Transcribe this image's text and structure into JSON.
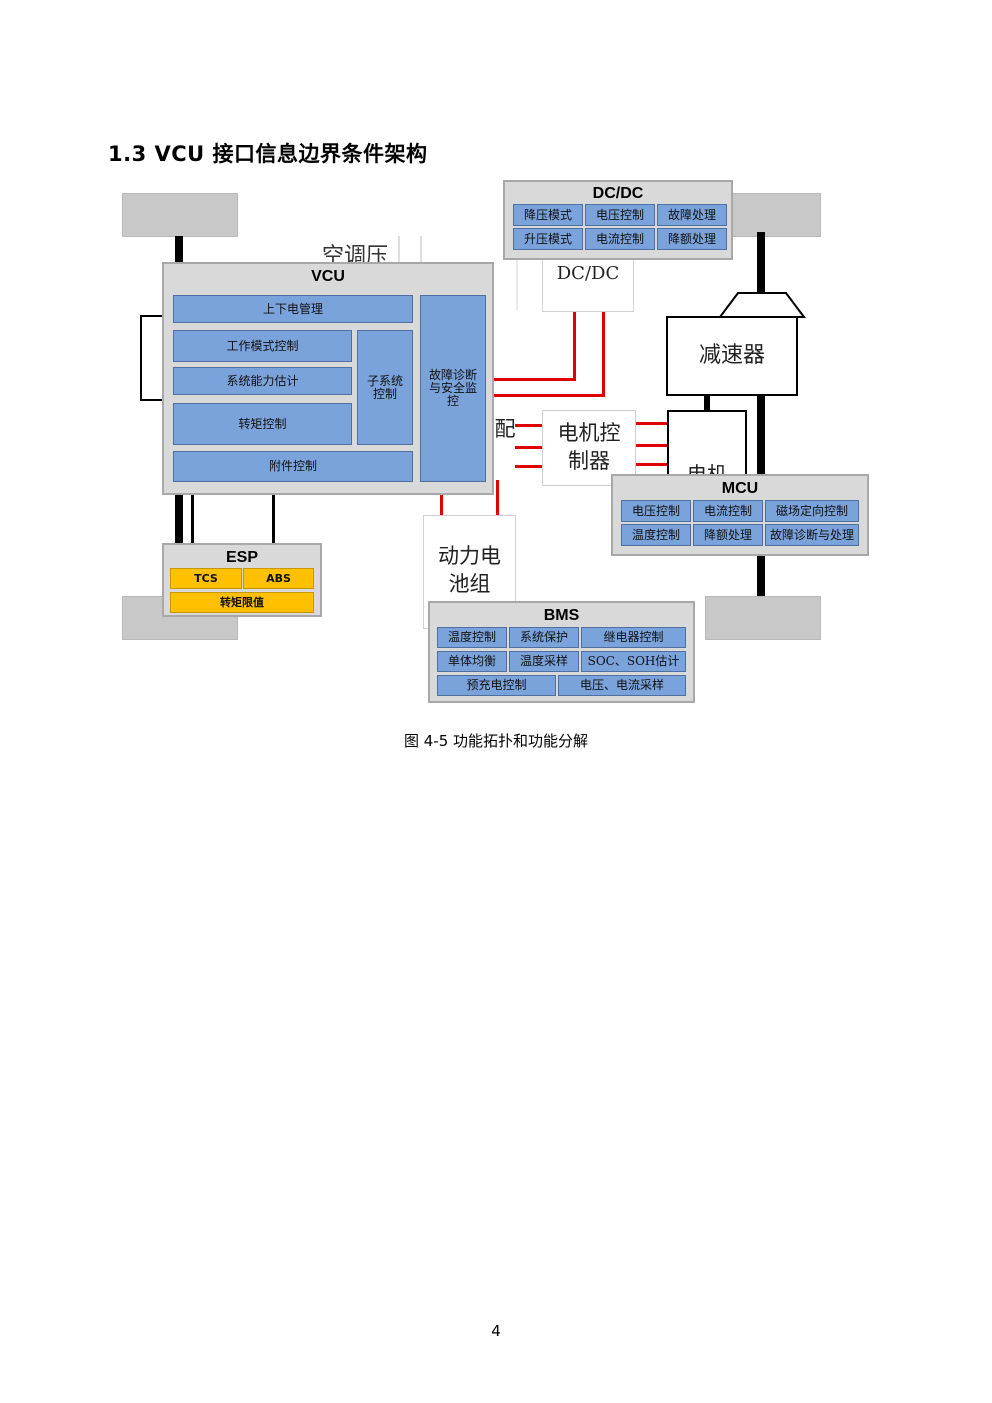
{
  "heading": "1.3  VCU 接口信息边界条件架构",
  "background_labels": {
    "aircon": "空调压",
    "dcdc_box": "DC/DC",
    "reducer": "减速器",
    "motor_ctrl": "电机控制器",
    "battery": "动力电池组",
    "motor_partial": "电机",
    "partial_char": "配"
  },
  "dcdc_panel": {
    "title": "DC/DC",
    "cells": [
      "降压模式",
      "电压控制",
      "故障处理",
      "升压模式",
      "电流控制",
      "降额处理"
    ]
  },
  "vcu_panel": {
    "title": "VCU",
    "power_mgmt": "上下电管理",
    "work_mode": "工作模式控制",
    "capability": "系统能力估计",
    "torque": "转矩控制",
    "subsystem": "子系统控制",
    "diagnosis": "故障诊断与安全监控",
    "accessory": "附件控制"
  },
  "esp_panel": {
    "title": "ESP",
    "tcs": "TCS",
    "abs": "ABS",
    "torque_limit": "转矩限值"
  },
  "mcu_panel": {
    "title": "MCU",
    "cells": [
      "电压控制",
      "电流控制",
      "磁场定向控制",
      "温度控制",
      "降额处理",
      "故障诊断与处理"
    ]
  },
  "bms_panel": {
    "title": "BMS",
    "row1": [
      "温度控制",
      "系统保护",
      "继电器控制"
    ],
    "row2": [
      "单体均衡",
      "温度采样",
      "SOC、SOH估计"
    ],
    "row3": [
      "预充电控制",
      "电压、电流采样"
    ]
  },
  "caption": "图 4-5 功能拓扑和功能分解",
  "page_number": "4",
  "colors": {
    "cell_blue": "#7aa2db",
    "cell_yellow": "#ffc000",
    "panel_gray": "#d9d9d9",
    "signal_red": "#e00000"
  }
}
